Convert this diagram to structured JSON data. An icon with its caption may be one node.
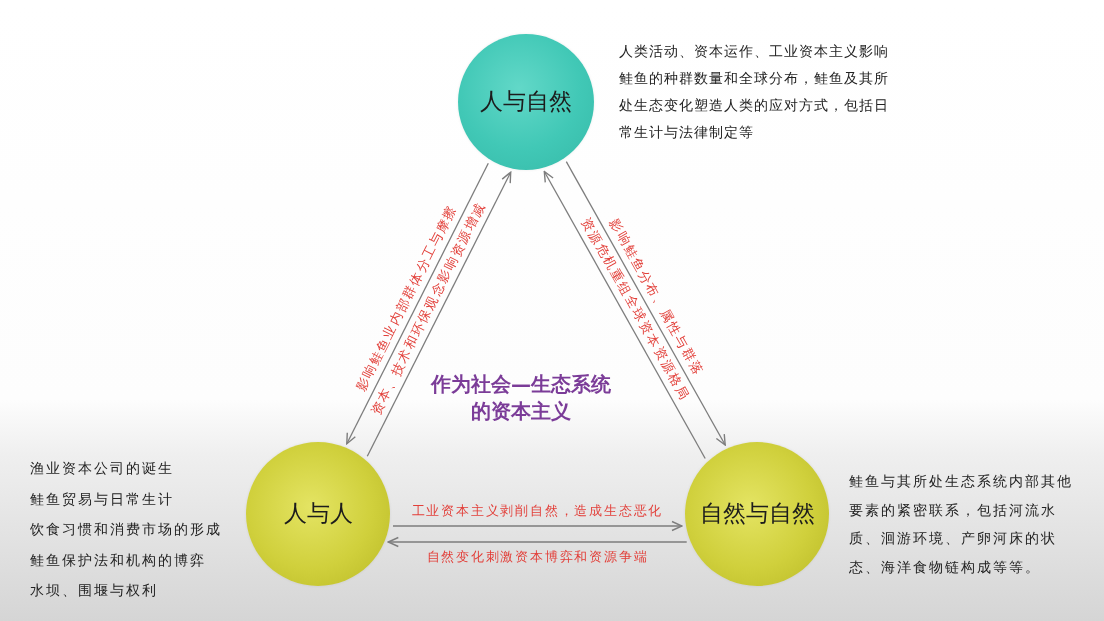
{
  "diagram": {
    "title": "作为社会—生态系统的资本主义",
    "nodes": [
      {
        "text": [
          "人与自然"
        ],
        "beside": [
          "人类活动、资本运作、工业资本主义影响鲑鱼的种群数量和全球分布，鲑鱼及其所处生态变化塑造人类的应对方式，包括日常生计与法律制定等"
        ]
      },
      {
        "text": [
          "人与人"
        ],
        "beside": [
          "渔业资本公司的诞生",
          "鲑鱼贸易与日常生计",
          "饮食习惯和消费市场的形成",
          "鲑鱼保护法和机构的博弈",
          "水坝、围堰与权利"
        ]
      },
      {
        "text": [
          "自然与自然"
        ],
        "beside": [
          "鲑鱼与其所处生态系统内部其他要素的紧密联系，包括河流水质、洄游环境、产卵河床的状态、海洋食物链构成等等。"
        ]
      }
    ],
    "edges": [
      {
        "from": 0,
        "to": 1,
        "arrow": "to",
        "label": "影响鲑鱼业内部群体分工与摩擦"
      },
      {
        "from": 1,
        "to": 0,
        "arrow": "to",
        "label": "资本、技术和环保观念影响资源增减"
      },
      {
        "from": 0,
        "to": 2,
        "arrow": "to",
        "label": "影响鲑鱼分布、属性与群落"
      },
      {
        "from": 2,
        "to": 0,
        "arrow": "to",
        "label": "资源危机重组全球资本资源格局"
      },
      {
        "from": 1,
        "to": 2,
        "arrow": "to",
        "label": "工业资本主义剥削自然，造成生态恶化"
      },
      {
        "from": 2,
        "to": 1,
        "arrow": "to",
        "label": "自然变化刺激资本博弈和资源争端"
      }
    ]
  }
}
